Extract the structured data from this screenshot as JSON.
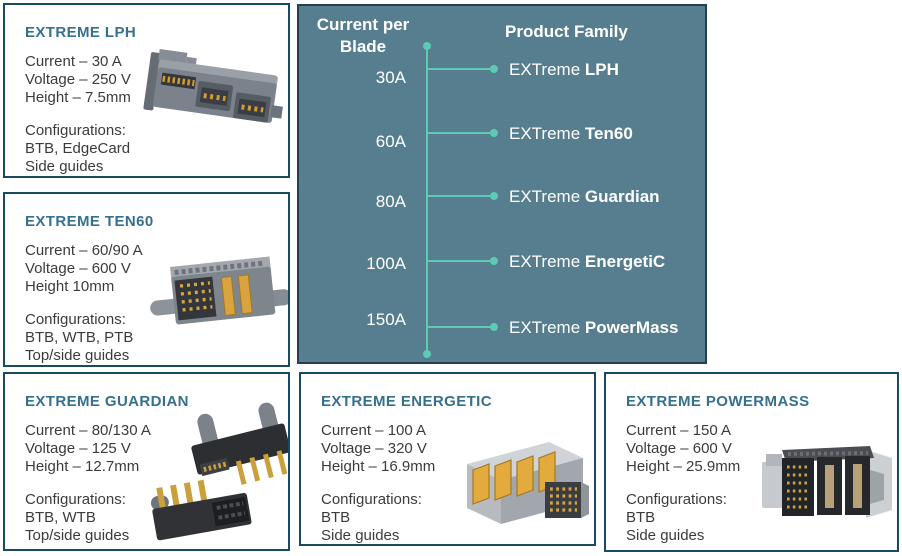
{
  "panel": {
    "left_header": "Current per Blade",
    "right_header": "Product Family",
    "rows": [
      {
        "current": "30A",
        "prefix": "EXTreme",
        "name": "LPH"
      },
      {
        "current": "60A",
        "prefix": "EXTreme",
        "name": "Ten60"
      },
      {
        "current": "80A",
        "prefix": "EXTreme",
        "name": "Guardian"
      },
      {
        "current": "100A",
        "prefix": "EXTreme",
        "name": "EnergetiC"
      },
      {
        "current": "150A",
        "prefix": "EXTreme",
        "name": "PowerMass"
      }
    ]
  },
  "cards": [
    {
      "title": "EXTREME LPH",
      "specs": [
        "Current – 30 A",
        "Voltage – 250 V",
        "Height – 7.5mm"
      ],
      "config_label": "Configurations:",
      "configs": [
        "BTB, EdgeCard",
        "Side guides"
      ],
      "image": "lph-connector"
    },
    {
      "title": "EXTREME TEN60",
      "specs": [
        "Current – 60/90 A",
        "Voltage – 600 V",
        "Height 10mm"
      ],
      "config_label": "Configurations:",
      "configs": [
        "BTB, WTB, PTB",
        "Top/side guides"
      ],
      "image": "ten60-connector"
    },
    {
      "title": "EXTREME GUARDIAN",
      "specs": [
        "Current – 80/130 A",
        "Voltage – 125 V",
        "Height – 12.7mm"
      ],
      "config_label": "Configurations:",
      "configs": [
        "BTB, WTB",
        "Top/side guides"
      ],
      "image": "guardian-connector"
    },
    {
      "title": "EXTREME ENERGETIC",
      "specs": [
        "Current – 100 A",
        "Voltage – 320 V",
        "Height – 16.9mm"
      ],
      "config_label": "Configurations:",
      "configs": [
        "BTB",
        "Side guides"
      ],
      "image": "energetic-connector"
    },
    {
      "title": "EXTREME POWERMASS",
      "specs": [
        "Current – 150 A",
        "Voltage – 600 V",
        "Height – 25.9mm"
      ],
      "config_label": "Configurations:",
      "configs": [
        "BTB",
        "Side guides"
      ],
      "image": "powermass-connector"
    }
  ],
  "colors": {
    "panel_background": "#567e8e",
    "tree_line": "#5ccab5",
    "card_border": "#1a4a63",
    "card_title": "#35708f",
    "body_text": "#3b3b3b",
    "panel_text": "#ffffff"
  }
}
